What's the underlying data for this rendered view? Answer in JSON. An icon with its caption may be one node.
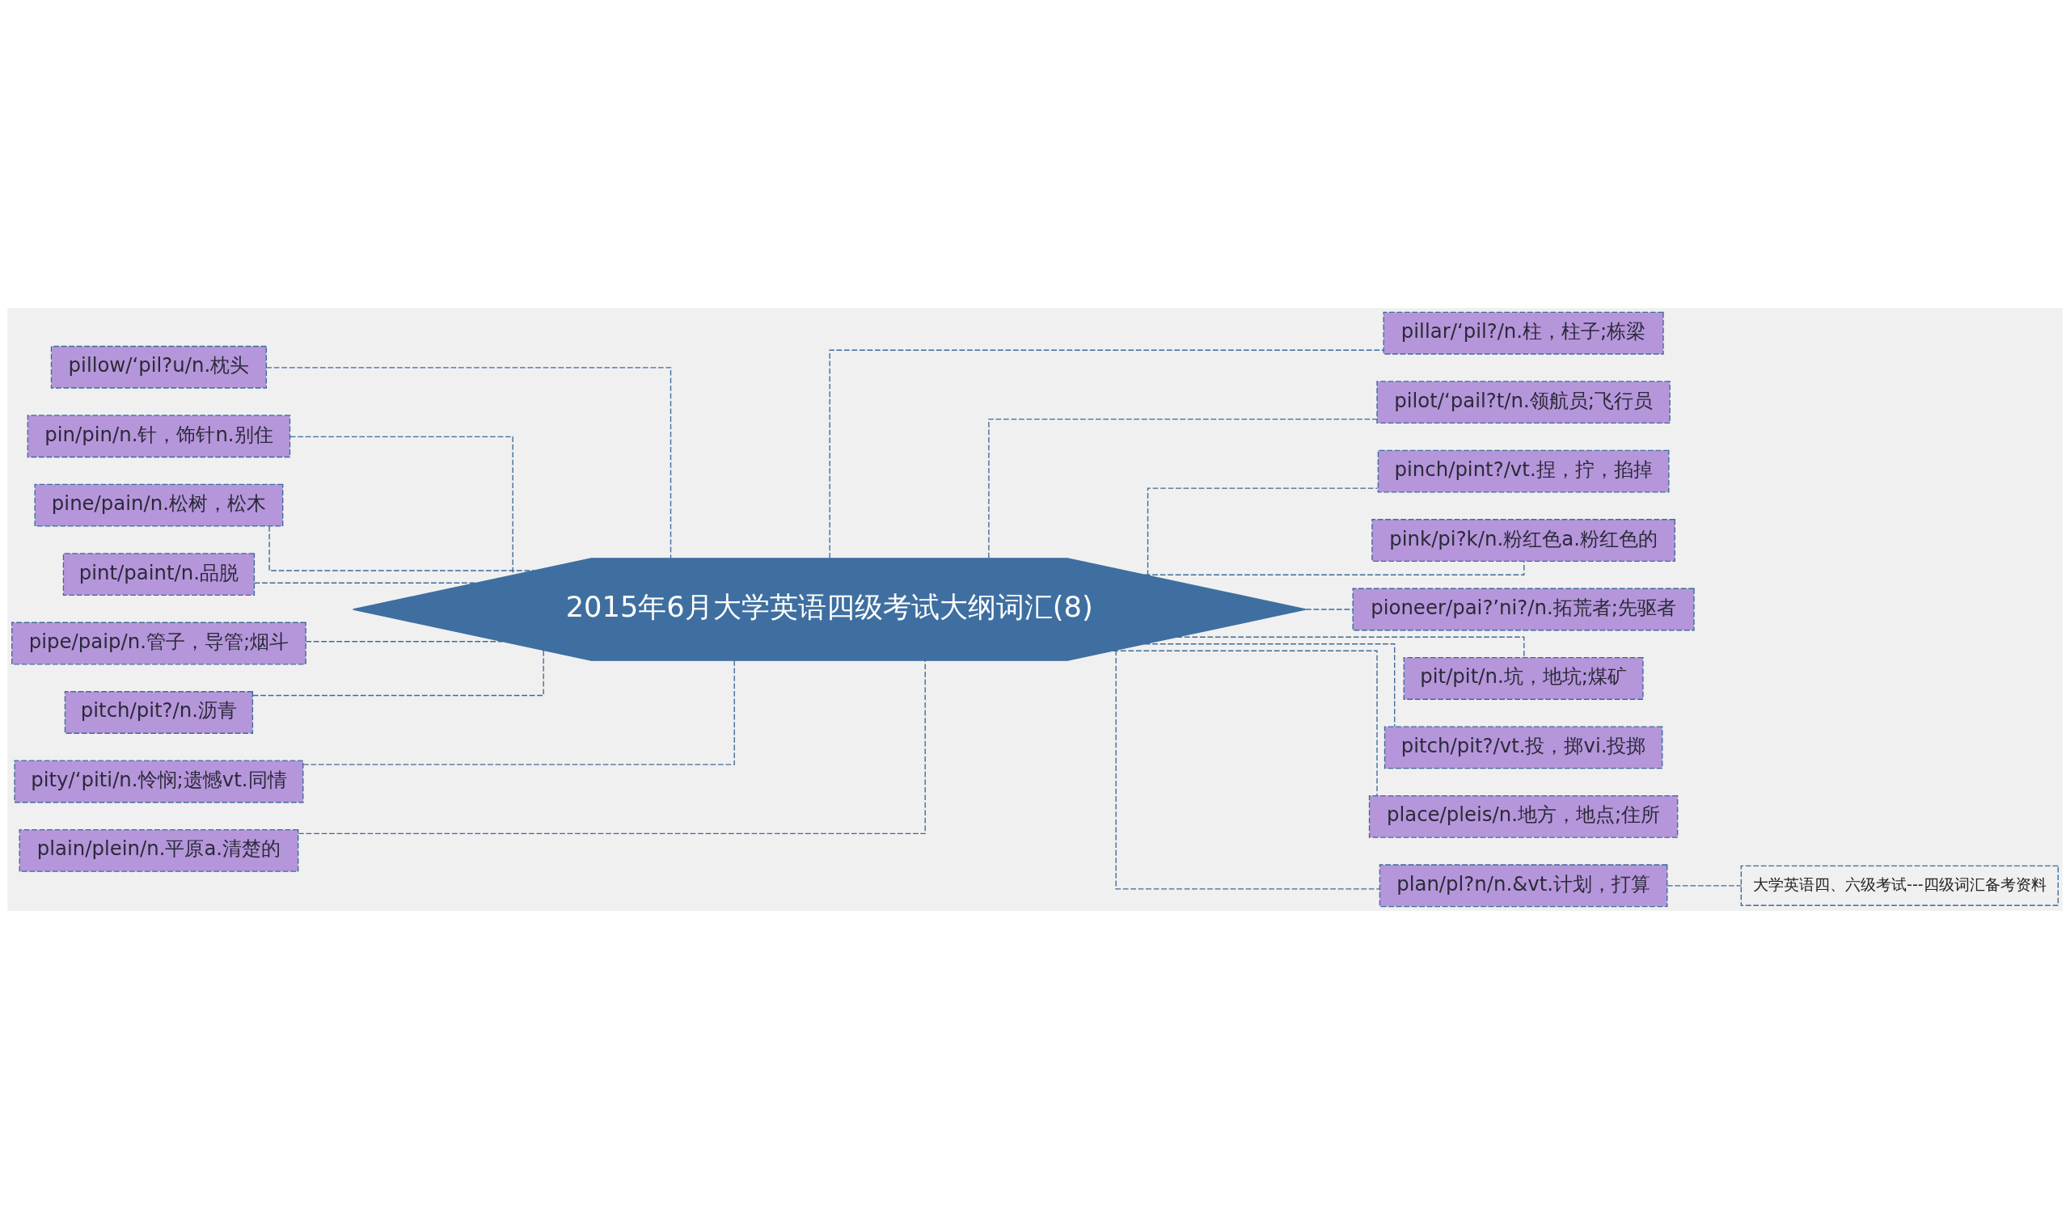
{
  "diagram": {
    "nodes": [
      {
        "text": [
          "2015年6月大学英语四级考试大纲词汇(8)"
        ]
      },
      {
        "text": [
          "pillow/‘pil?u/n.枕头"
        ]
      },
      {
        "text": [
          "pin/pin/n.针，饰针n.别住"
        ]
      },
      {
        "text": [
          "pine/pain/n.松树，松木"
        ]
      },
      {
        "text": [
          "pint/paint/n.品脱"
        ]
      },
      {
        "text": [
          "pipe/paip/n.管子，导管;烟斗"
        ]
      },
      {
        "text": [
          "pitch/pit?/n.沥青"
        ]
      },
      {
        "text": [
          "pity/‘piti/n.怜悯;遗憾vt.同情"
        ]
      },
      {
        "text": [
          "plain/plein/n.平原a.清楚的"
        ]
      },
      {
        "text": [
          "pillar/‘pil?/n.柱，柱子;栋梁"
        ]
      },
      {
        "text": [
          "pilot/‘pail?t/n.领航员;飞行员"
        ]
      },
      {
        "text": [
          "pinch/pint?/vt.捏，拧，掐掉"
        ]
      },
      {
        "text": [
          "pink/pi?k/n.粉红色a.粉红色的"
        ]
      },
      {
        "text": [
          "pioneer/pai?’ni?/n.拓荒者;先驱者"
        ]
      },
      {
        "text": [
          "pit/pit/n.坑，地坑;煤矿"
        ]
      },
      {
        "text": [
          "pitch/pit?/vt.投，掷vi.投掷"
        ]
      },
      {
        "text": [
          "place/pleis/n.地方，地点;住所"
        ]
      },
      {
        "text": [
          "plan/pl?n/n.&vt.计划，打算"
        ]
      },
      {
        "text": [
          "大学英语四、六级考试---四级词汇备考资料"
        ]
      }
    ],
    "edges": [
      {
        "from": 0,
        "to": 1,
        "arrow": "none",
        "style": "dashed"
      },
      {
        "from": 0,
        "to": 2,
        "arrow": "none",
        "style": "dashed"
      },
      {
        "from": 0,
        "to": 3,
        "arrow": "none",
        "style": "dashed"
      },
      {
        "from": 0,
        "to": 4,
        "arrow": "none",
        "style": "dashed"
      },
      {
        "from": 0,
        "to": 5,
        "arrow": "none",
        "style": "dashed"
      },
      {
        "from": 0,
        "to": 6,
        "arrow": "none",
        "style": "dashed"
      },
      {
        "from": 0,
        "to": 7,
        "arrow": "none",
        "style": "dashed"
      },
      {
        "from": 0,
        "to": 8,
        "arrow": "none",
        "style": "dashed"
      },
      {
        "from": 0,
        "to": 9,
        "arrow": "none",
        "style": "dashed"
      },
      {
        "from": 0,
        "to": 10,
        "arrow": "none",
        "style": "dashed"
      },
      {
        "from": 0,
        "to": 11,
        "arrow": "none",
        "style": "dashed"
      },
      {
        "from": 0,
        "to": 12,
        "arrow": "none",
        "style": "dashed"
      },
      {
        "from": 0,
        "to": 13,
        "arrow": "none",
        "style": "dashed"
      },
      {
        "from": 0,
        "to": 14,
        "arrow": "none",
        "style": "dashed"
      },
      {
        "from": 0,
        "to": 15,
        "arrow": "none",
        "style": "dashed"
      },
      {
        "from": 0,
        "to": 16,
        "arrow": "none",
        "style": "dashed"
      },
      {
        "from": 0,
        "to": 17,
        "arrow": "none",
        "style": "dashed"
      },
      {
        "from": 17,
        "to": 18,
        "arrow": "none",
        "style": "dashed"
      }
    ]
  }
}
